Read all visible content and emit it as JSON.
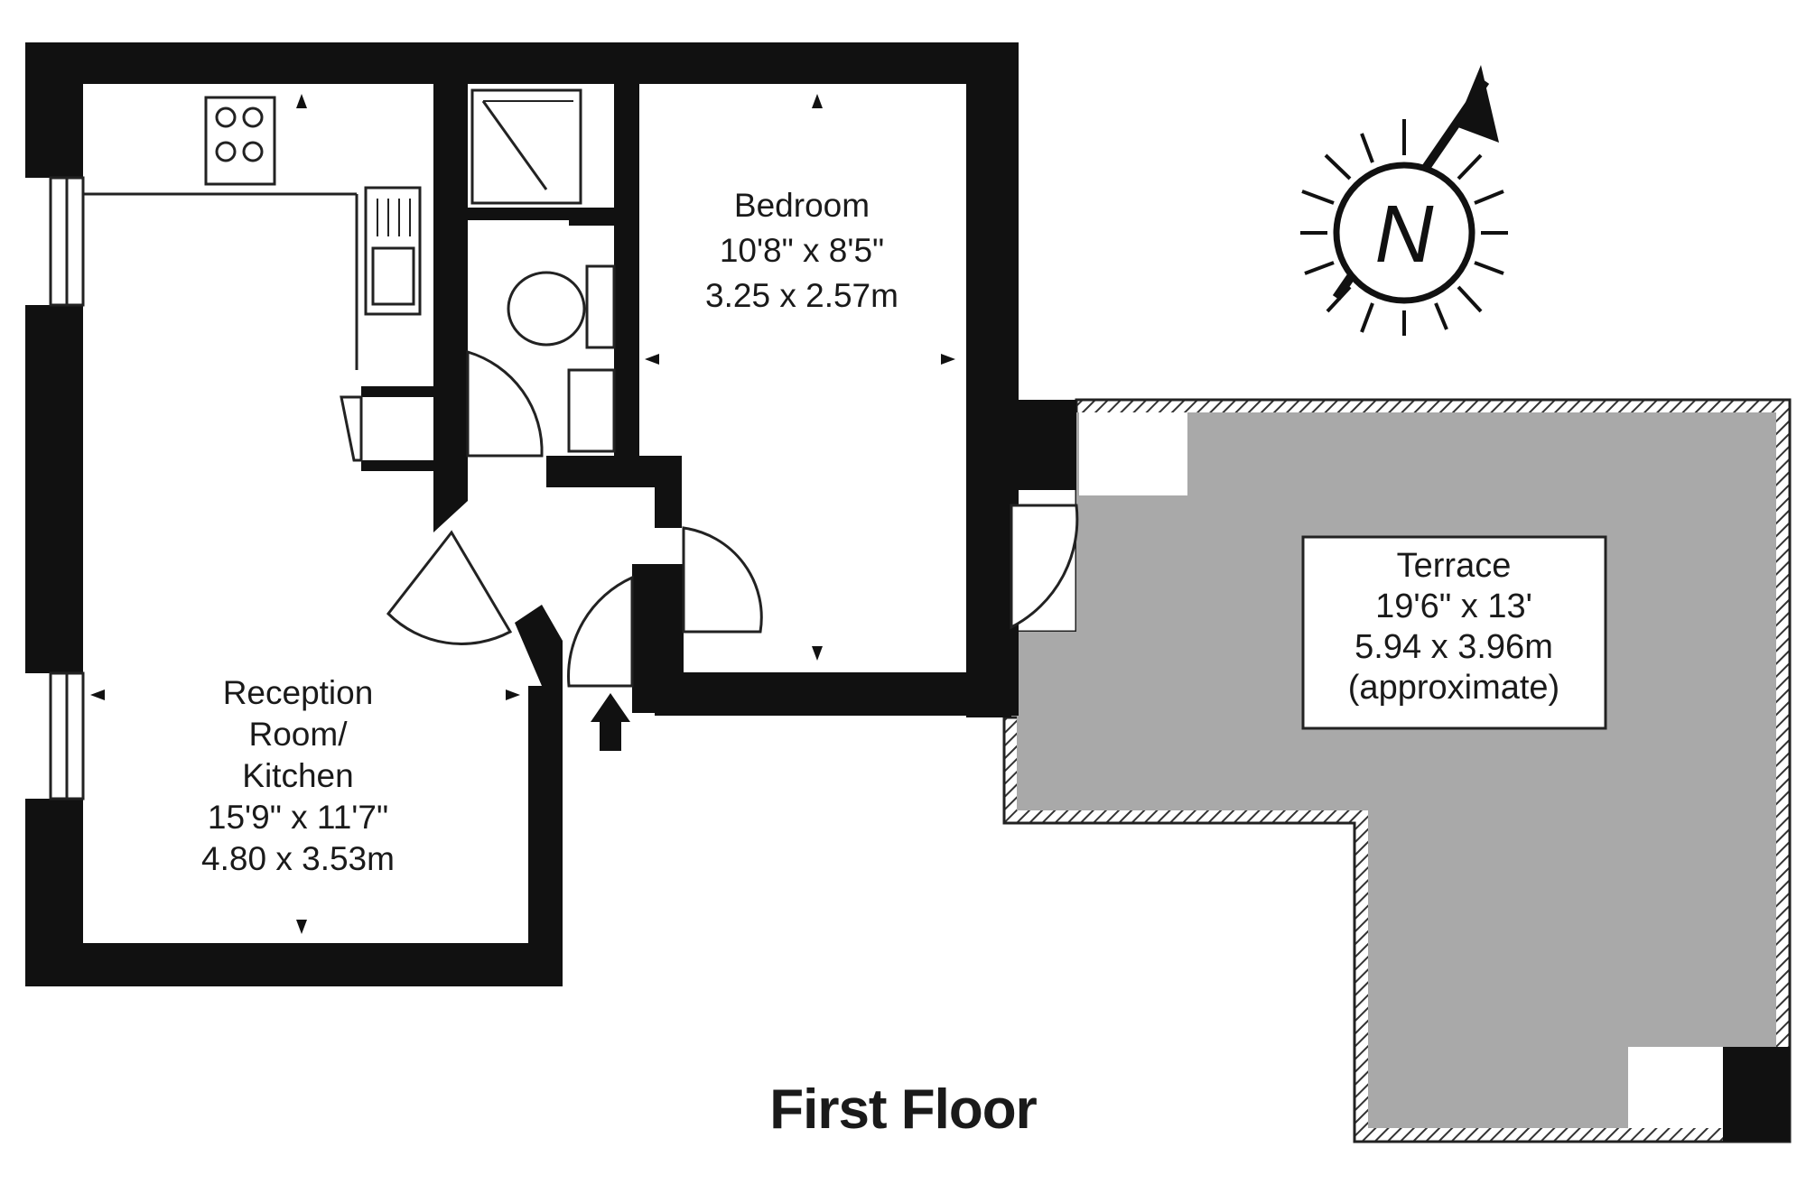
{
  "rooms": {
    "bedroom": {
      "name": "Bedroom",
      "size_imperial": "10'8\" x 8'5\"",
      "size_metric": "3.25 x 2.57m"
    },
    "reception": {
      "name_line1": "Reception",
      "name_line2": "Room/",
      "name_line3": "Kitchen",
      "size_imperial": "15'9\" x 11'7\"",
      "size_metric": "4.80 x 3.53m"
    },
    "terrace": {
      "name": "Terrace",
      "size_imperial": "19'6\" x 13'",
      "size_metric": "5.94 x 3.96m",
      "note": "(approximate)"
    }
  },
  "floor_title": "First Floor",
  "compass": {
    "letter": "N",
    "icon": "north-compass-icon"
  },
  "colors": {
    "wall": "#111111",
    "terrace_fill": "#a9a9a9",
    "floor": "#ffffff"
  }
}
